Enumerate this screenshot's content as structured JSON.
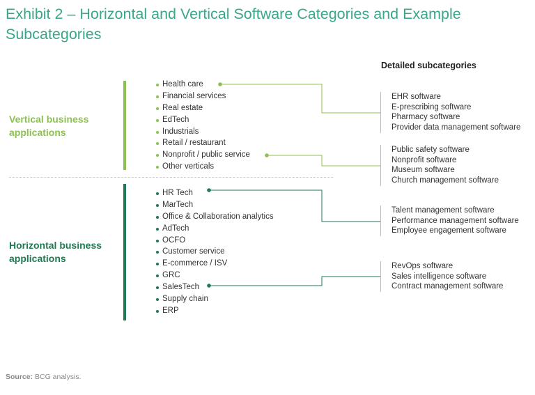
{
  "title": "Exhibit 2 – Horizontal and Vertical Software Categories and Example Subcategories",
  "detailed_heading": "Detailed subcategories",
  "categories": {
    "vertical": {
      "label": "Vertical business applications",
      "items": [
        "Health care",
        "Financial services",
        "Real estate",
        "EdTech",
        "Industrials",
        "Retail / restaurant",
        "Nonprofit / public service",
        "Other verticals"
      ]
    },
    "horizontal": {
      "label": "Horizontal business applications",
      "items": [
        "HR Tech",
        "MarTech",
        "Office & Collaboration analytics",
        "AdTech",
        "OCFO",
        "Customer service",
        "E-commerce / ISV",
        "GRC",
        "SalesTech",
        "Supply chain",
        "ERP"
      ]
    }
  },
  "subcategory_groups": [
    {
      "source": "Health care",
      "lines": [
        "EHR software",
        "E-prescribing software",
        "Pharmacy software",
        "Provider data management software"
      ]
    },
    {
      "source": "Nonprofit / public service",
      "lines": [
        "Public safety software",
        "Nonprofit software",
        "Museum software",
        "Church management software"
      ]
    },
    {
      "source": "HR Tech",
      "lines": [
        "Talent management software",
        "Performance management software",
        "Employee engagement software"
      ]
    },
    {
      "source": "SalesTech",
      "lines": [
        "RevOps software",
        "Sales intelligence software",
        "Contract management software"
      ]
    }
  ],
  "source": {
    "label": "Source:",
    "text": "BCG analysis."
  },
  "colors": {
    "title": "#3aa68a",
    "vertical": "#8cc151",
    "horizontal": "#1e7a52"
  }
}
